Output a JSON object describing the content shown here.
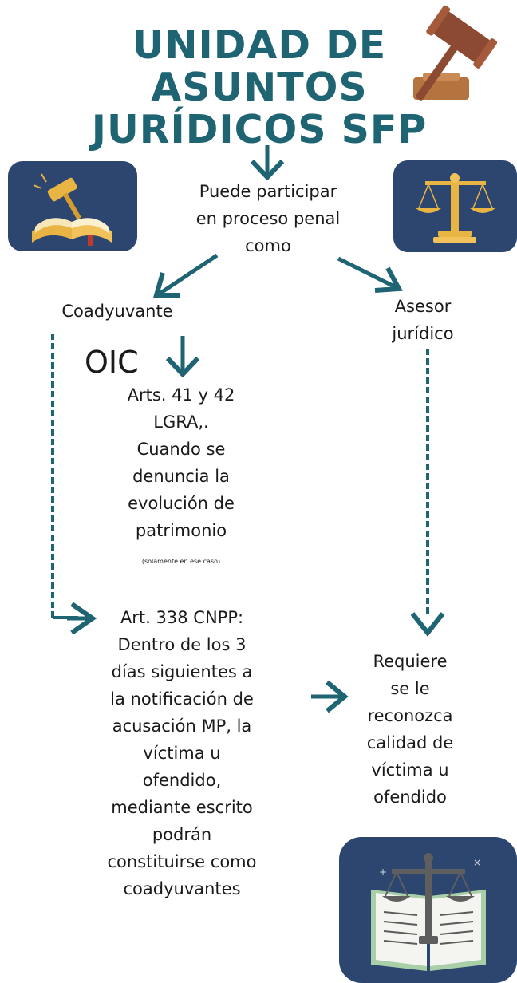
{
  "title": {
    "line1": "UNIDAD DE",
    "line2": "ASUNTOS",
    "line3": "JURÍDICOS SFP"
  },
  "intro": {
    "line1": "Puede participar",
    "line2": "en proceso penal",
    "line3": "como"
  },
  "left_branch": {
    "label": "Coadyuvante",
    "oic_label": "OIC",
    "arts": [
      "Arts. 41 y 42",
      "LGRA,.",
      "Cuando se",
      "denuncia la",
      "evolución de",
      "patrimonio"
    ],
    "note": "(solamente en ese caso)",
    "cnpp": [
      "Art. 338 CNPP:",
      "Dentro de los 3",
      "días siguientes a",
      "la notificación de",
      "acusación MP, la",
      "víctima u",
      "ofendido,",
      "mediante escrito",
      "podrán",
      "constituirse como",
      "coadyuvantes"
    ]
  },
  "right_branch": {
    "label_line1": "Asesor",
    "label_line2": "jurídico",
    "requiere": [
      "Requiere",
      "se le",
      "reconozca",
      "calidad de",
      "víctima u",
      "ofendido"
    ]
  },
  "colors": {
    "accent": "#1e6472",
    "card": "#2c4670",
    "gold": "#e8b444"
  },
  "icons": {
    "top_right": "gavel-icon",
    "left_card": "gavel-book-icon",
    "right_card": "scales-icon",
    "bottom_card": "scales-book-icon"
  }
}
